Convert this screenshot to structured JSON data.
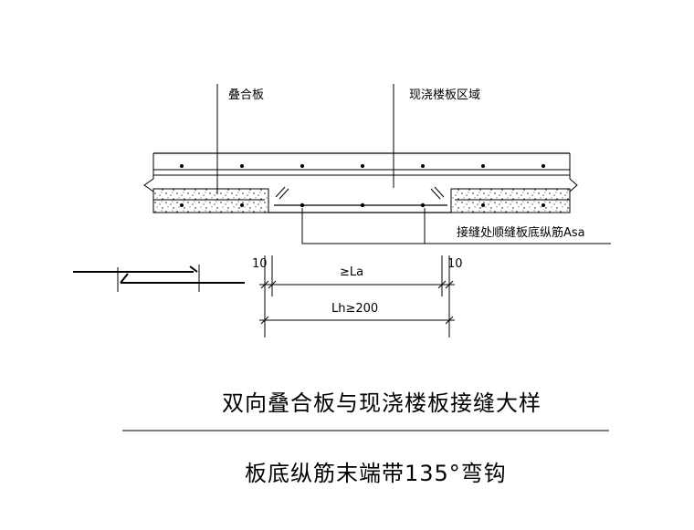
{
  "labels": {
    "precast_slab": "叠合板",
    "cast_in_place_zone": "现浇楼板区域",
    "joint_bottom_rebar": "接缝处顺缝板底纵筋Asa"
  },
  "dimensions": {
    "left_offset": "10",
    "right_offset": "10",
    "anchorage": "≥La",
    "lap_length": "Lh≥200"
  },
  "titles": {
    "main_title": "双向叠合板与现浇楼板接缝大样",
    "sub_title": "板底纵筋末端带135°弯钩"
  }
}
